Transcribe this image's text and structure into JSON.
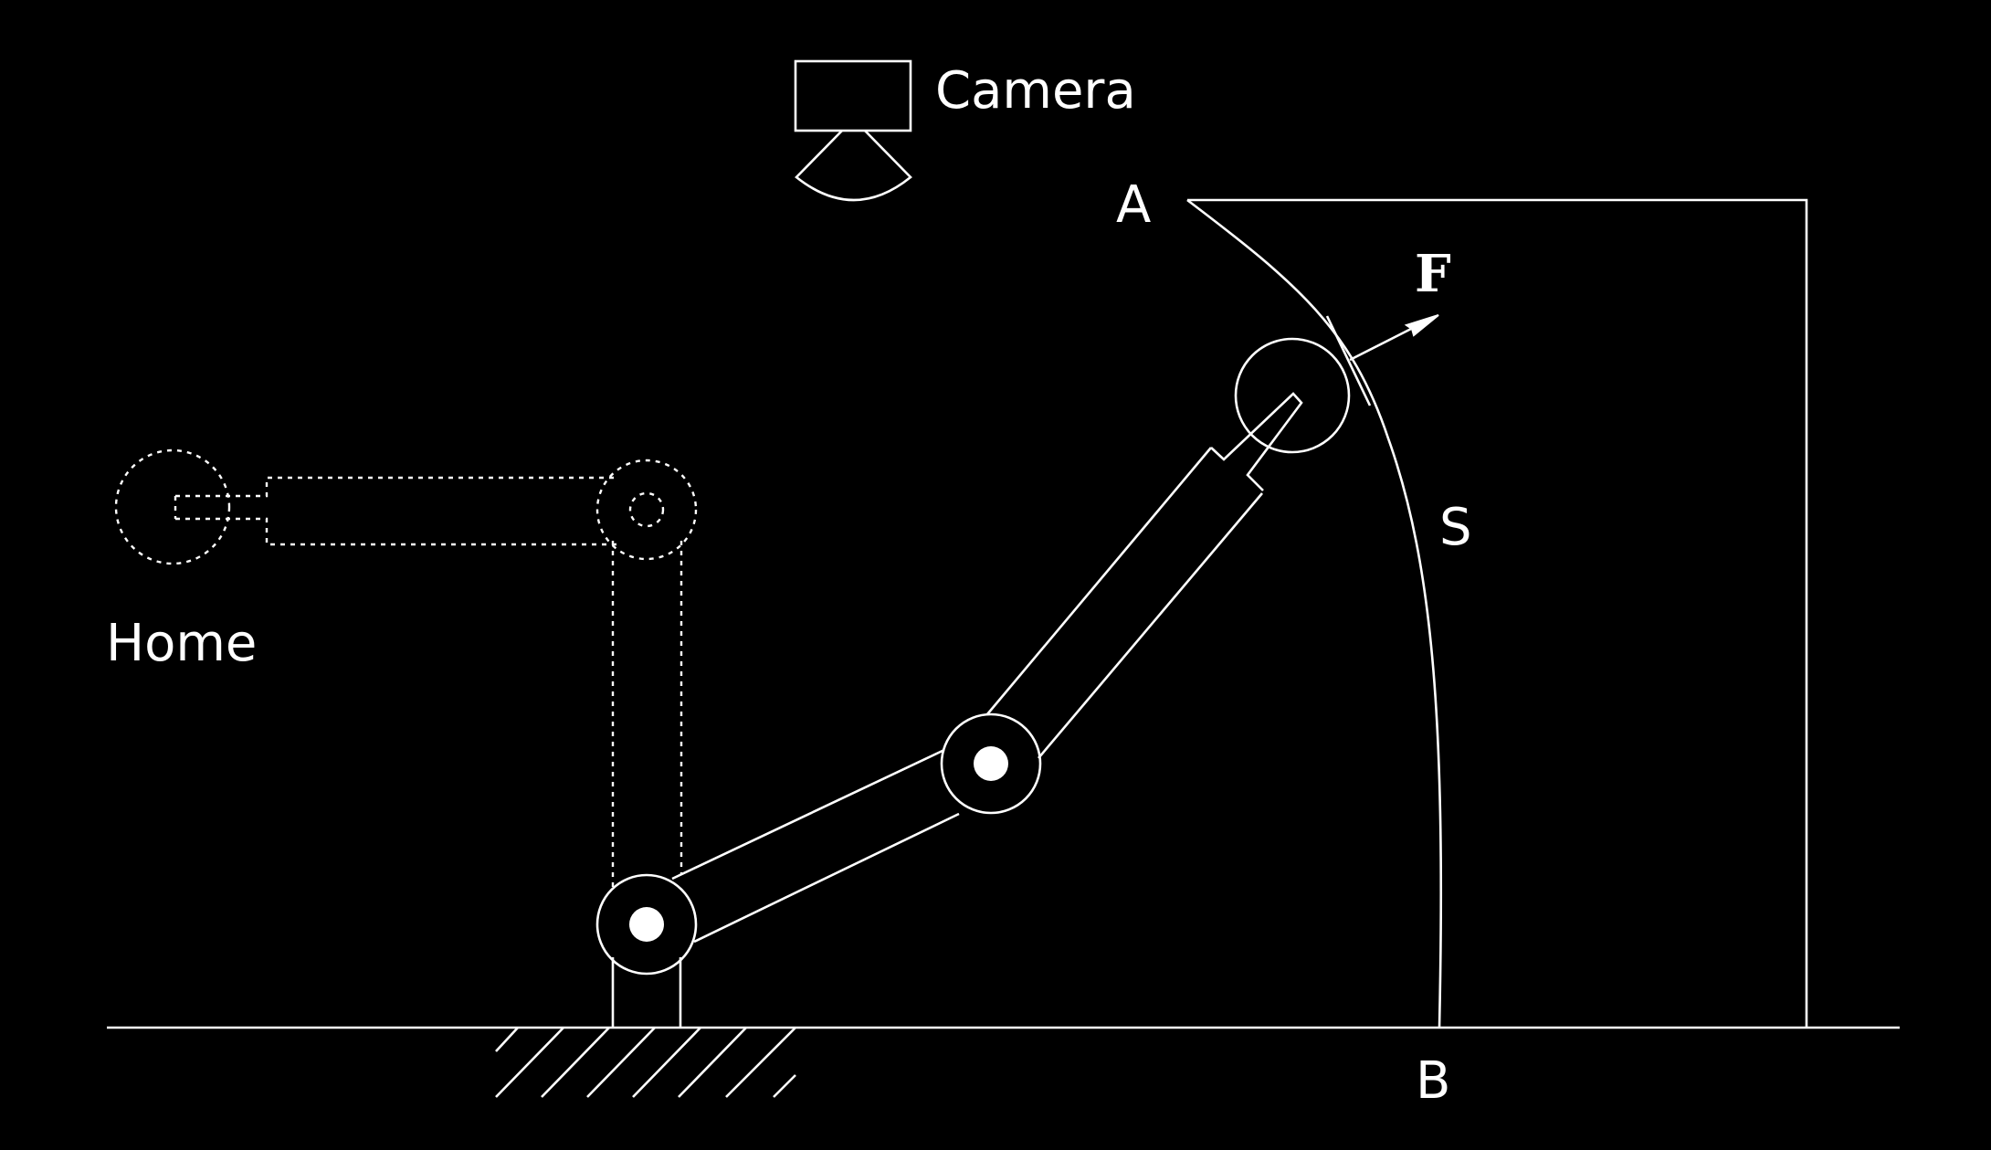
{
  "labels": {
    "camera": "Camera",
    "home": "Home",
    "point_a": "A",
    "point_b": "B",
    "surface": "S",
    "force": "F"
  },
  "colors": {
    "background": "#000000",
    "stroke": "#ffffff"
  },
  "icons": {
    "camera": "camera-icon",
    "ground": "ground-hatch-icon",
    "force_arrow": "arrow-icon"
  }
}
